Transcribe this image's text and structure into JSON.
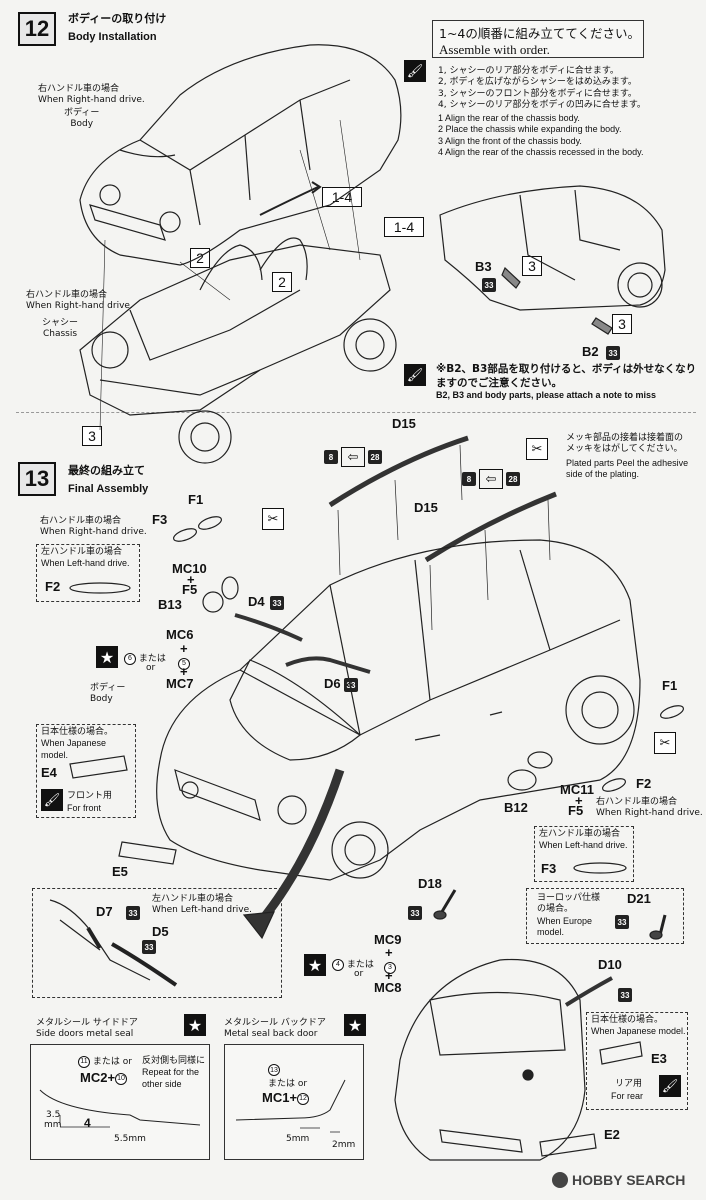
{
  "step12": {
    "number": "12",
    "title_jp": "ボディーの取り付け",
    "title_en": "Body Installation",
    "order_title_jp": "1~4の順番に組み立ててください。",
    "order_title_en": "Assemble with order.",
    "steps_jp": [
      "1, シャシーのリア部分をボディに合せます。",
      "2, ボディを広げながらシャシーをはめ込みます。",
      "3, シャシーのフロント部分をボディに合せます。",
      "4, シャシーのリア部分をボディの凹みに合せます。"
    ],
    "steps_en": [
      "1 Align the rear of the chassis body.",
      "2 Place the chassis while expanding the body.",
      "3 Align the front of the chassis body.",
      "4 Align the rear of the chassis recessed in the body."
    ],
    "rhd_jp": "右ハンドル車の場合",
    "rhd_en": "When Right-hand drive.",
    "body_jp": "ボディー",
    "body_en": "Body",
    "rhd2_jp": "右ハンドル車の場合",
    "rhd2_en": "When Right-hand drive.",
    "chassis_jp": "シャシー",
    "chassis_en": "Chassis",
    "callout_1_4": "1-4",
    "callout_2": "2",
    "callout_3": "3",
    "part_b3": "B3",
    "part_b2": "B2",
    "badge_33": "33",
    "note_jp": "※B2、B3部品を取り付けると、ボディは外せなくなりますのでご注意ください。",
    "note_en": "B2, B3 and body parts, please attach a note to miss"
  },
  "step13": {
    "number": "13",
    "title_jp": "最終の組み立て",
    "title_en": "Final Assembly",
    "plated_jp": "メッキ部品の接着は接着面のメッキをはがしてください。",
    "plated_en": "Plated parts Peel the adhesive side of the plating.",
    "parts": {
      "d15": "D15",
      "f1": "F1",
      "f3": "F3",
      "f2": "F2",
      "mc10": "MC10",
      "f5": "F5",
      "b13": "B13",
      "d4": "D4",
      "mc6": "MC6",
      "mc7": "MC7",
      "d6": "D6",
      "e4": "E4",
      "e5": "E5",
      "mc11": "MC11",
      "b12": "B12",
      "d7": "D7",
      "d5": "D5",
      "d18": "D18",
      "d21": "D21",
      "mc9": "MC9",
      "mc8": "MC8",
      "d10": "D10",
      "e3": "E3",
      "e2": "E2"
    },
    "n8": "8",
    "n28": "28",
    "plus": "+",
    "or_jp": "または",
    "or_en": "or",
    "n6": "6",
    "n5": "5",
    "n4": "4",
    "n3": "3",
    "rhd_jp": "右ハンドル車の場合",
    "rhd_en": "When Right-hand drive.",
    "lhd_jp": "左ハンドル車の場合",
    "lhd_en": "When Left-hand drive.",
    "body_jp": "ボディー",
    "body_en": "Body",
    "jp_model_jp": "日本仕様の場合。",
    "jp_model_en": "When Japanese model.",
    "front_jp": "フロント用",
    "front_en": "For front",
    "europe_jp": "ヨーロッパ仕様の場合。",
    "europe_en": "When Europe model.",
    "rear_jp": "リア用",
    "rear_en": "For rear",
    "side_seal_jp": "メタルシール サイドドア",
    "side_seal_en": "Side doors metal seal",
    "back_seal_jp": "メタルシール バックドア",
    "back_seal_en": "Metal seal back door",
    "n11": "11",
    "n10": "10",
    "n13": "13",
    "n12": "12",
    "mc2": "MC2+",
    "mc1": "MC1+",
    "repeat_jp": "反対側も同様に",
    "repeat_en": "Repeat for the other side",
    "dim_35": "3.5",
    "dim_mm": "mm",
    "dim_55": "5.5mm",
    "dim_4": "4",
    "dim_5mm": "5mm",
    "dim_2mm": "2mm"
  },
  "watermark": "HOBBY SEARCH"
}
